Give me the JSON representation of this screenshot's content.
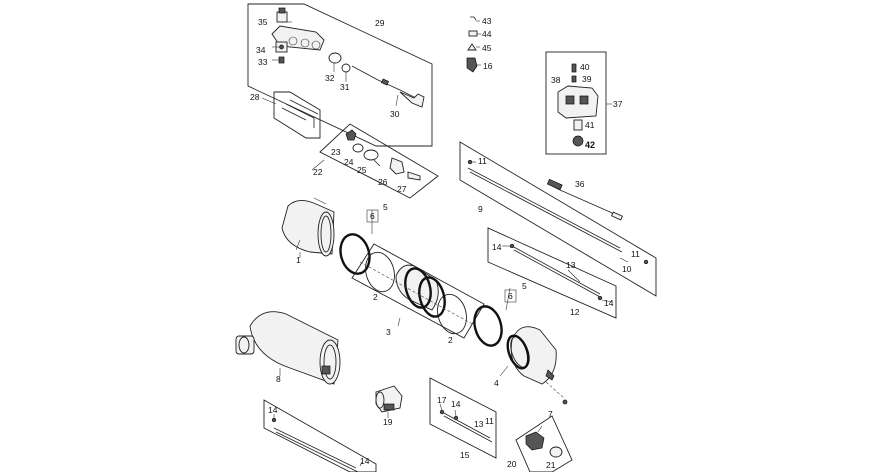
{
  "diagram": {
    "callouts": {
      "c1": "1",
      "c2a": "2",
      "c2b": "2",
      "c3": "3",
      "c4": "4",
      "c5a": "5",
      "c5b": "5",
      "c6a": "6",
      "c6b": "6",
      "c7": "7",
      "c8": "8",
      "c9": "9",
      "c10": "10",
      "c11a": "11",
      "c11b": "11",
      "c11c": "11",
      "c12": "12",
      "c13a": "13",
      "c13b": "13",
      "c14a": "14",
      "c14b": "14",
      "c14c": "14",
      "c14d": "14",
      "c14e": "14",
      "c15": "15",
      "c16": "16",
      "c17": "17",
      "c19": "19",
      "c20": "20",
      "c21": "21",
      "c22": "22",
      "c23": "23",
      "c24": "24",
      "c25": "25",
      "c26": "26",
      "c27": "27",
      "c28": "28",
      "c29": "29",
      "c30": "30",
      "c31": "31",
      "c32": "32",
      "c33": "33",
      "c34": "34",
      "c35": "35",
      "c36": "36",
      "c37": "37",
      "c38": "38",
      "c39": "39",
      "c40": "40",
      "c41": "41",
      "c42": "42",
      "c43": "43",
      "c44": "44",
      "c45": "45"
    }
  }
}
